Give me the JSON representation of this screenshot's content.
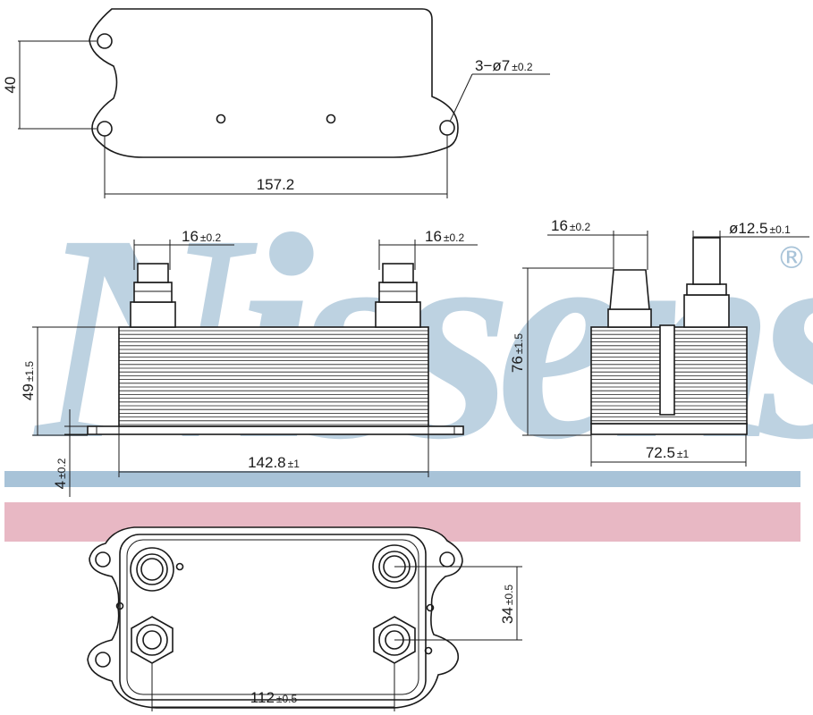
{
  "watermark": {
    "brand": "Nissens",
    "registered": "®"
  },
  "colors": {
    "watermark": "#a8c3d8",
    "blue_band": "#a8c3d8",
    "pink_band": "#e8b8c4",
    "line": "#1a1a1a"
  },
  "top_view": {
    "hole_spacing_vertical": "40",
    "hole_pitch": "157.2",
    "hole_callout": {
      "main": "3−ø7",
      "tol": "±0.2"
    }
  },
  "side_view": {
    "port_left_width": {
      "main": "16",
      "tol": "±0.2"
    },
    "port_right_width": {
      "main": "16",
      "tol": "±0.2"
    },
    "core_height": {
      "main": "49",
      "tol": "±1.5"
    },
    "base_thickness": {
      "main": "4",
      "tol": "±0.2"
    },
    "core_length": {
      "main": "142.8",
      "tol": "±1"
    }
  },
  "end_view": {
    "port_width": {
      "main": "16",
      "tol": "±0.2"
    },
    "port_diameter": {
      "main": "ø12.5",
      "tol": "±0.1"
    },
    "total_height": {
      "main": "76",
      "tol": "±1.5"
    },
    "core_width": {
      "main": "72.5",
      "tol": "±1"
    }
  },
  "bottom_view": {
    "port_spacing_vertical": {
      "main": "34",
      "tol": "±0.5"
    },
    "port_pitch": {
      "main": "112",
      "tol": "±0.5"
    }
  }
}
